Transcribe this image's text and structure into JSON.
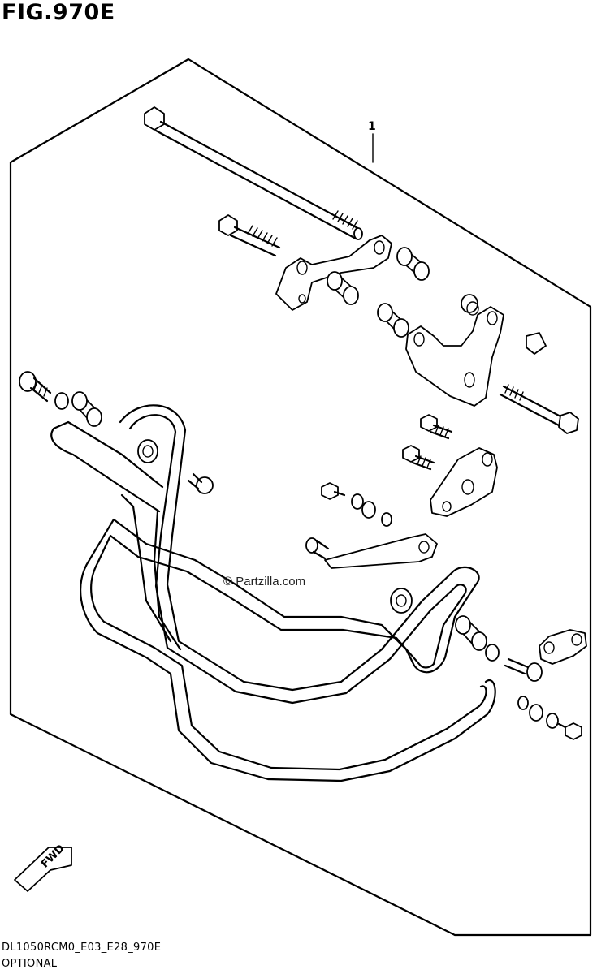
{
  "figure": {
    "title": "FIG.970E",
    "callout_number": "1",
    "direction_label": "FWD",
    "watermark": "© Partzilla.com",
    "drawing_code": "DL1050RCM0_E03_E28_970E",
    "category_label": "OPTIONAL"
  }
}
